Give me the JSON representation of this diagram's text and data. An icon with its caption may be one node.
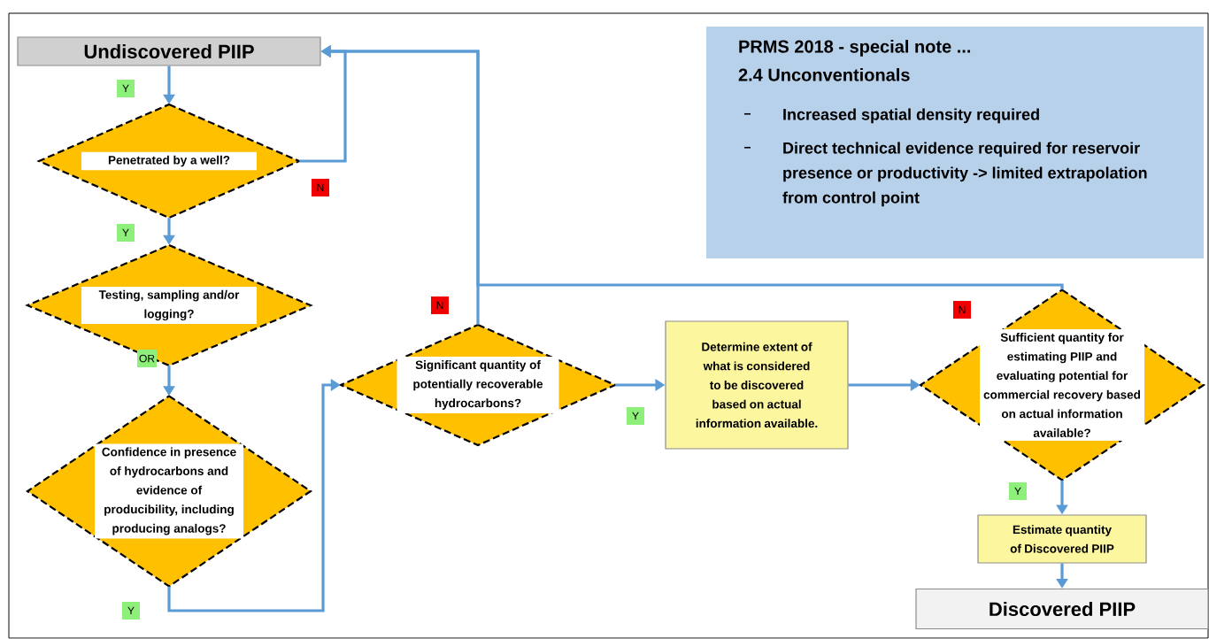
{
  "diagram": {
    "nodes": [
      {
        "text": [
          "Undiscovered PIIP"
        ]
      },
      {
        "text": [
          "Penetrated by a well?"
        ]
      },
      {
        "text": [
          "Testing, sampling and/or logging?"
        ]
      },
      {
        "text": [
          "Confidence in presence of hydrocarbons and evidence of producibility, including producing analogs?"
        ]
      },
      {
        "text": [
          "Significant quantity of potentially recoverable hydrocarbons?"
        ]
      },
      {
        "text": [
          "Determine extent of what is considered to be discovered based on actual information available."
        ]
      },
      {
        "text": [
          "Sufficient quantity for estimating  PIIP and evaluating potential for commercial recovery based on actual information available?"
        ]
      },
      {
        "text": [
          "Estimate quantity of Discovered PIIP"
        ]
      },
      {
        "text": [
          "Discovered PIIP"
        ]
      },
      {
        "text": [
          "PRMS 2018  - special note ...",
          "2.4 Unconventionals",
          "Increased spatial density required",
          "Direct technical evidence required for reservoir presence or productivity -> limited extrapolation from control point"
        ]
      }
    ],
    "edges": [
      {
        "from": 0,
        "to": 1,
        "arrow": "to",
        "label": "Y"
      },
      {
        "from": 1,
        "to": 0,
        "arrow": "to",
        "label": "N"
      },
      {
        "from": 1,
        "to": 2,
        "arrow": "to",
        "label": "Y"
      },
      {
        "from": 2,
        "to": 3,
        "arrow": "to",
        "label": "OR"
      },
      {
        "from": 3,
        "to": 4,
        "arrow": "to",
        "label": "Y"
      },
      {
        "from": 4,
        "to": 0,
        "arrow": "to",
        "label": "N"
      },
      {
        "from": 6,
        "to": 0,
        "arrow": "to",
        "label": "N"
      },
      {
        "from": 4,
        "to": 5,
        "arrow": "to",
        "label": "Y"
      },
      {
        "from": 5,
        "to": 6,
        "arrow": "to"
      },
      {
        "from": 6,
        "to": 7,
        "arrow": "to",
        "label": "Y"
      },
      {
        "from": 7,
        "to": 8,
        "arrow": "to"
      }
    ]
  }
}
